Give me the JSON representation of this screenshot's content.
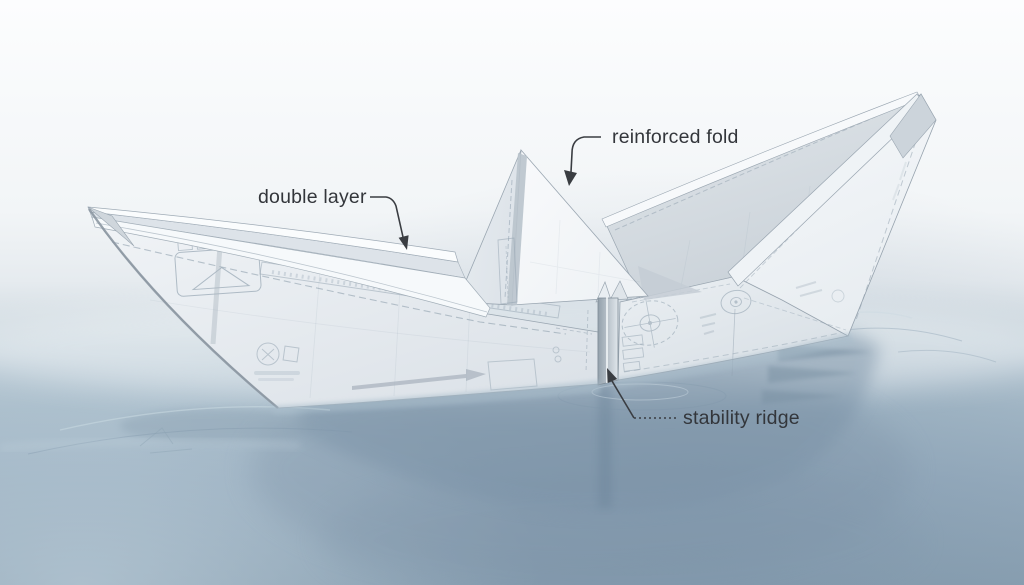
{
  "scene": {
    "subject": "white folded paper boat with printed fold-guide markings floating on calm water",
    "style": "annotated technical illustration",
    "colors": {
      "sky_top": "#fcfdfe",
      "haze": "#dfe6ea",
      "water": "#8fa5b6",
      "water_reflection": "#7c93a7",
      "paper": "#f4f6f9",
      "paper_shadow": "#ccd4db",
      "print_lines": "#98a7b5",
      "annotation_text": "#33363b",
      "annotation_line": "#3a3d42"
    }
  },
  "annotations": {
    "reinforced_fold": {
      "label": "reinforced fold"
    },
    "double_layer": {
      "label": "double layer"
    },
    "stability_ridge": {
      "label": "stability ridge"
    }
  }
}
